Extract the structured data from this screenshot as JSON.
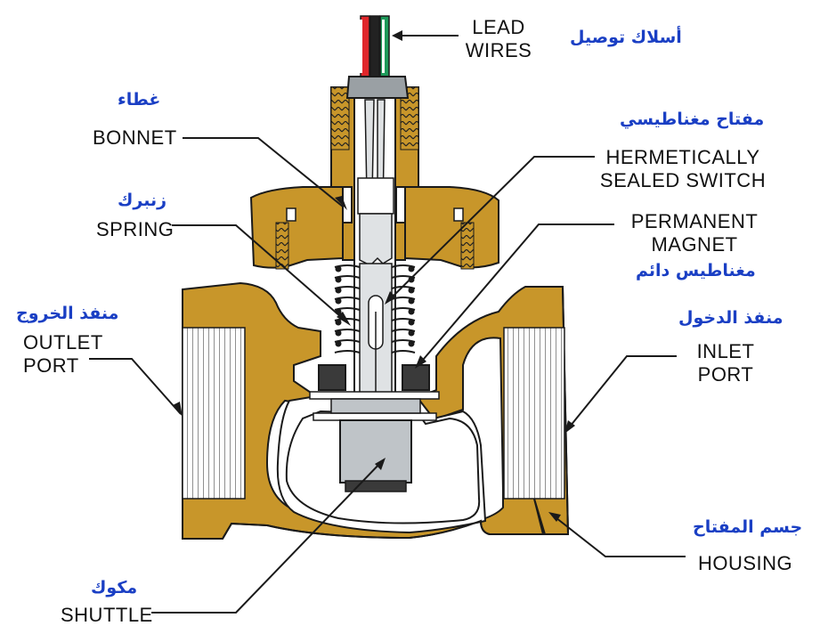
{
  "labels": {
    "lead_wires": [
      "LEAD",
      "WIRES"
    ],
    "lead_wires_ar": "أسلاك توصيل",
    "bonnet": "BONNET",
    "bonnet_ar": "غطاء",
    "spring": "SPRING",
    "spring_ar": "زنبرك",
    "outlet_port": [
      "OUTLET",
      "PORT"
    ],
    "outlet_port_ar": "منفذ الخروج",
    "shuttle": "SHUTTLE",
    "shuttle_ar": "مكوك",
    "hermetic_switch": [
      "HERMETICALLY",
      "SEALED SWITCH"
    ],
    "hermetic_switch_ar": "مفتاح مغناطيسي",
    "permanent_magnet": [
      "PERMANENT",
      "MAGNET"
    ],
    "permanent_magnet_ar": "مغناطيس دائم",
    "inlet_port": [
      "INLET",
      "PORT"
    ],
    "inlet_port_ar": "منفذ الدخول",
    "housing": "HOUSING",
    "housing_ar": "جسم المفتاح"
  },
  "colors": {
    "brass": "#c8962a",
    "brass_dark": "#a77818",
    "steel": "#bfc4c8",
    "arabic_text": "#1a3fc4",
    "wire_red": "#e0262b",
    "wire_green": "#1e9a5a",
    "wire_black": "#222222"
  }
}
